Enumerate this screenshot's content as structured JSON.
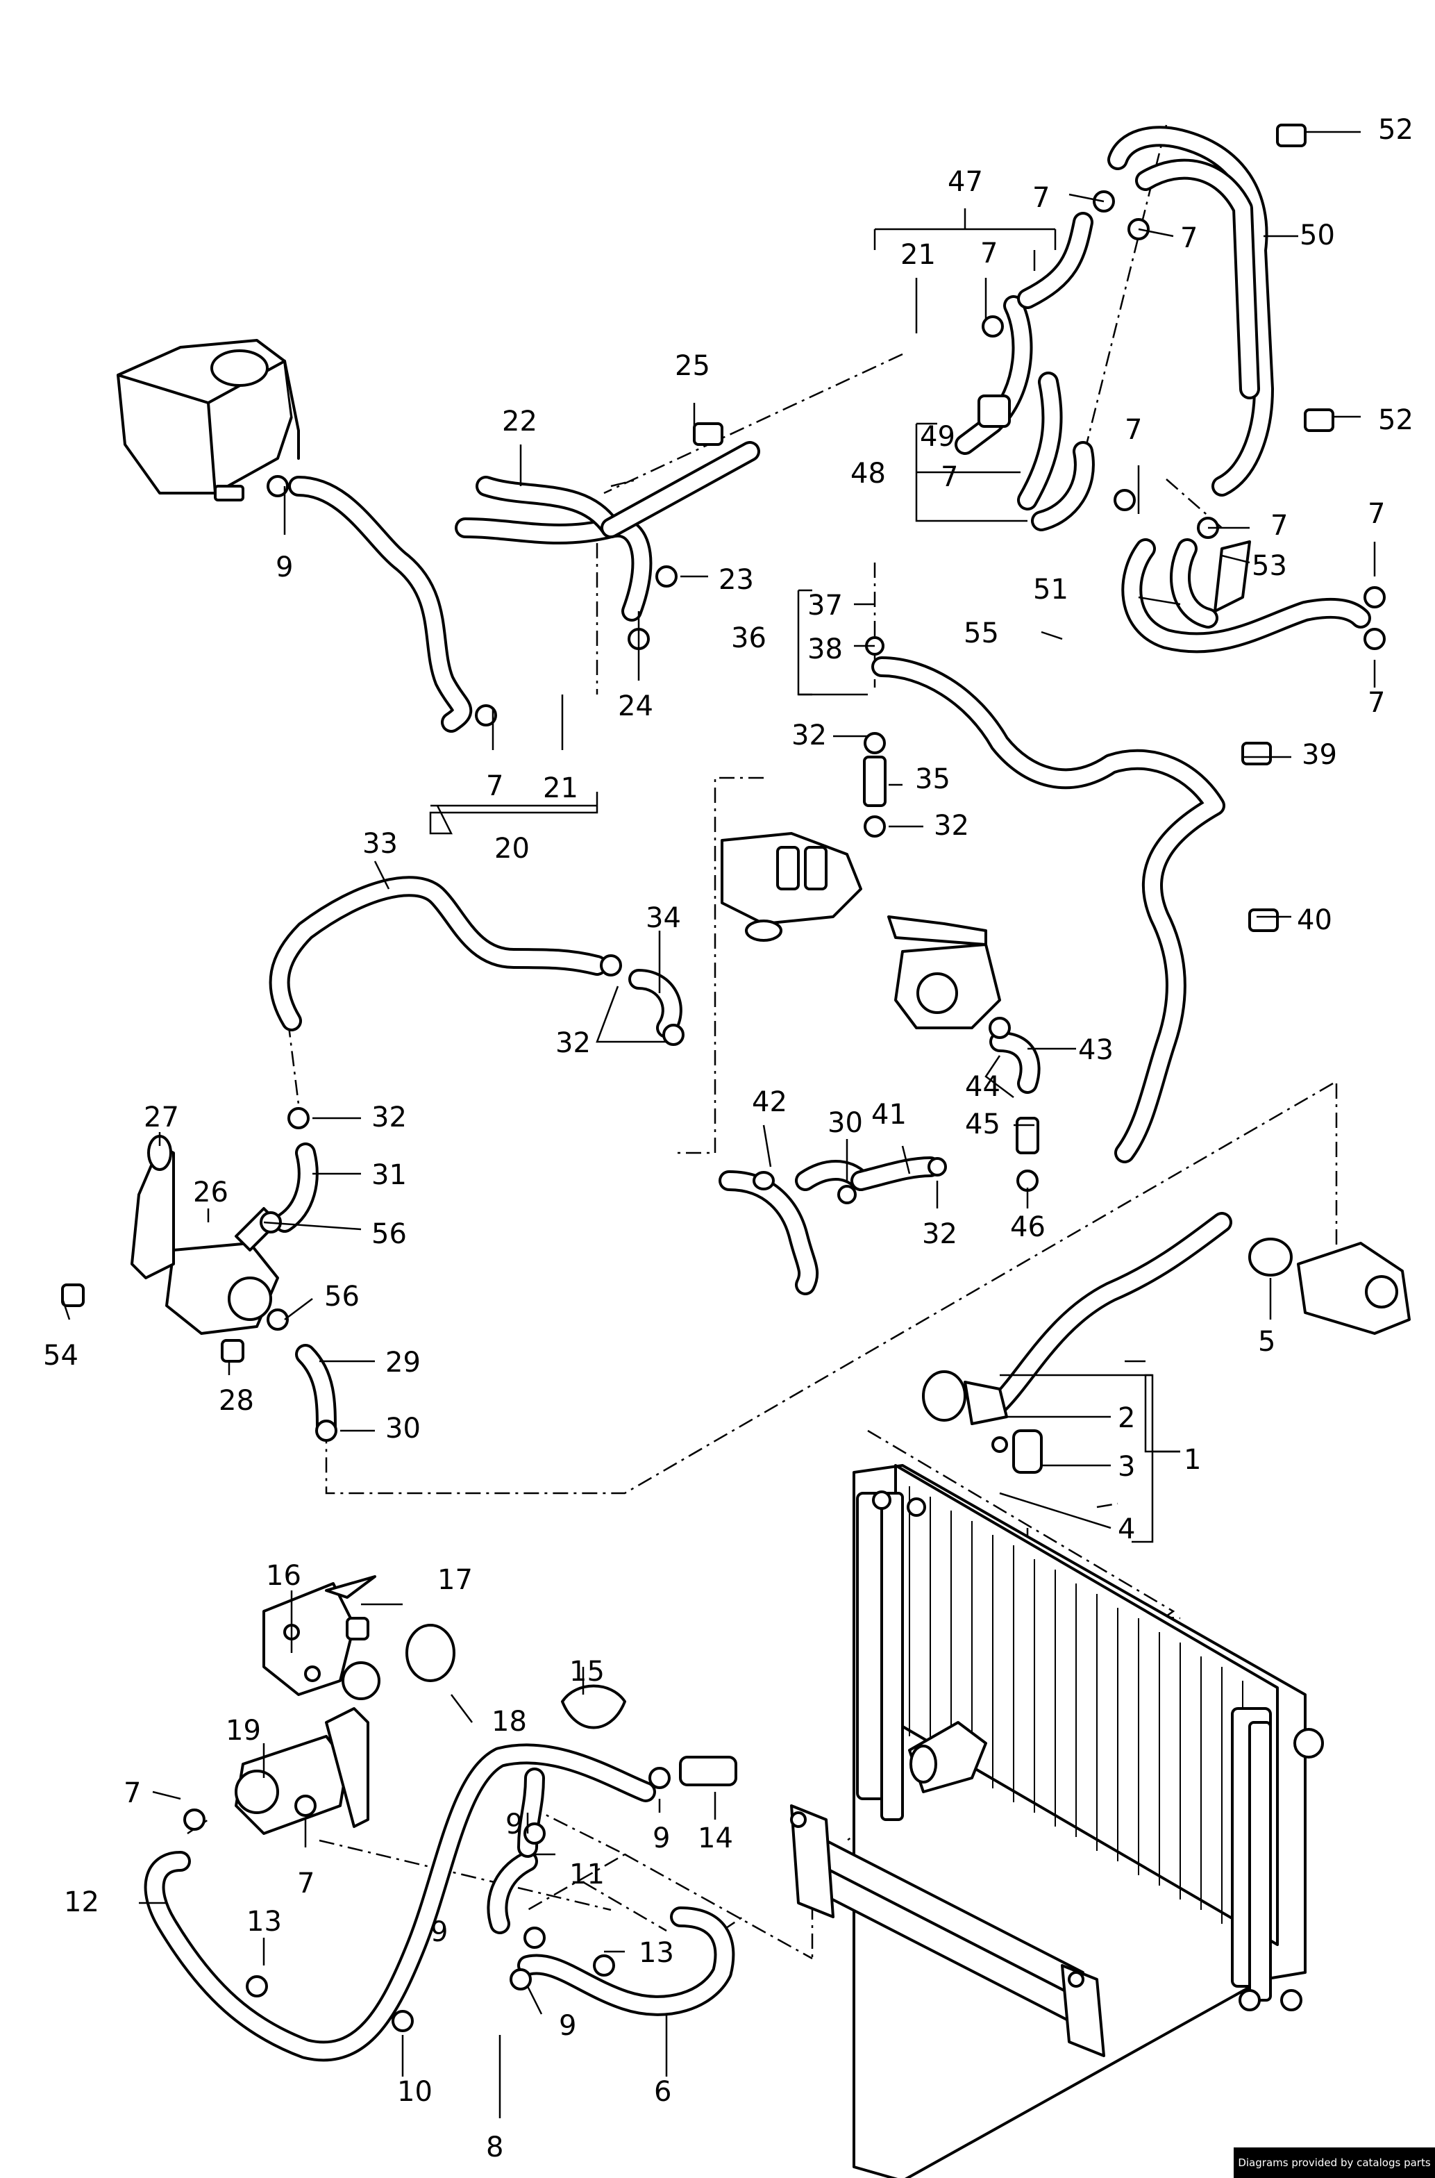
{
  "footer": {
    "credit": "Diagrams provided by catalogs parts"
  },
  "callouts": {
    "c1": "1",
    "c2": "2",
    "c3": "3",
    "c4": "4",
    "c5": "5",
    "c6": "6",
    "c7a": "7",
    "c7b": "7",
    "c7c": "7",
    "c7d": "7",
    "c7e": "7",
    "c7f": "7",
    "c7g": "7",
    "c7h": "7",
    "c7i": "7",
    "c7j": "7",
    "c7k": "7",
    "c8": "8",
    "c9a": "9",
    "c9b": "9",
    "c9c": "9",
    "c9d": "9",
    "c9e": "9",
    "c10": "10",
    "c11": "11",
    "c12": "12",
    "c13a": "13",
    "c13b": "13",
    "c14": "14",
    "c15": "15",
    "c16": "16",
    "c17": "17",
    "c18": "18",
    "c19": "19",
    "c20": "20",
    "c21a": "21",
    "c21b": "21",
    "c22": "22",
    "c23": "23",
    "c24": "24",
    "c25": "25",
    "c26": "26",
    "c27": "27",
    "c28": "28",
    "c29": "29",
    "c30a": "30",
    "c30b": "30",
    "c31": "31",
    "c32a": "32",
    "c32b": "32",
    "c32c": "32",
    "c32d": "32",
    "c32e": "32",
    "c33": "33",
    "c34": "34",
    "c35": "35",
    "c36": "36",
    "c37": "37",
    "c38": "38",
    "c39": "39",
    "c40": "40",
    "c41": "41",
    "c42": "42",
    "c43": "43",
    "c44": "44",
    "c45": "45",
    "c46": "46",
    "c47": "47",
    "c48": "48",
    "c49": "49",
    "c50": "50",
    "c51": "51",
    "c52a": "52",
    "c52b": "52",
    "c53": "53",
    "c54": "54",
    "c55": "55",
    "c56a": "56",
    "c56b": "56"
  }
}
